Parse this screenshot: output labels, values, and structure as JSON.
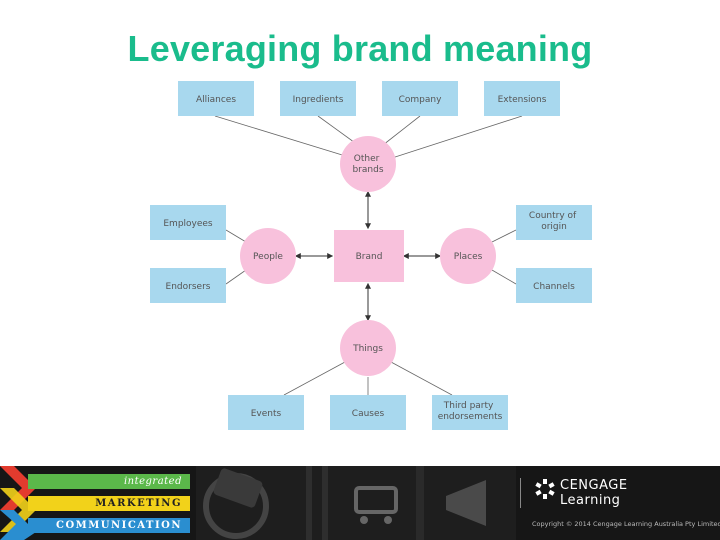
{
  "slide": {
    "title": "Leveraging brand meaning"
  },
  "diagram": {
    "center": "Brand",
    "hubs": {
      "top": [
        "Other",
        "brands"
      ],
      "left": [
        "People"
      ],
      "right": [
        "Places"
      ],
      "bottom": [
        "Things"
      ]
    },
    "boxes": {
      "alliances": [
        "Alliances"
      ],
      "ingredients": [
        "Ingredients"
      ],
      "company": [
        "Company"
      ],
      "extensions": [
        "Extensions"
      ],
      "employees": [
        "Employees"
      ],
      "endorsers": [
        "Endorsers"
      ],
      "country": [
        "Country of",
        "origin"
      ],
      "channels": [
        "Channels"
      ],
      "events": [
        "Events"
      ],
      "causes": [
        "Causes"
      ],
      "third_party": [
        "Third party",
        "endorsements"
      ]
    },
    "colors": {
      "pink": "#f8c1dc",
      "blue": "#a8d8ee",
      "line": "#555555",
      "title": "#1abc8c"
    }
  },
  "footer": {
    "stripe1": "integrated",
    "stripe2": "MARKETING",
    "stripe3": "COMMUNICATION",
    "brand_line1": "CENGAGE",
    "brand_line2": "Learning",
    "copyright": "Copyright © 2014 Cengage Learning Australia Pty Limited"
  }
}
